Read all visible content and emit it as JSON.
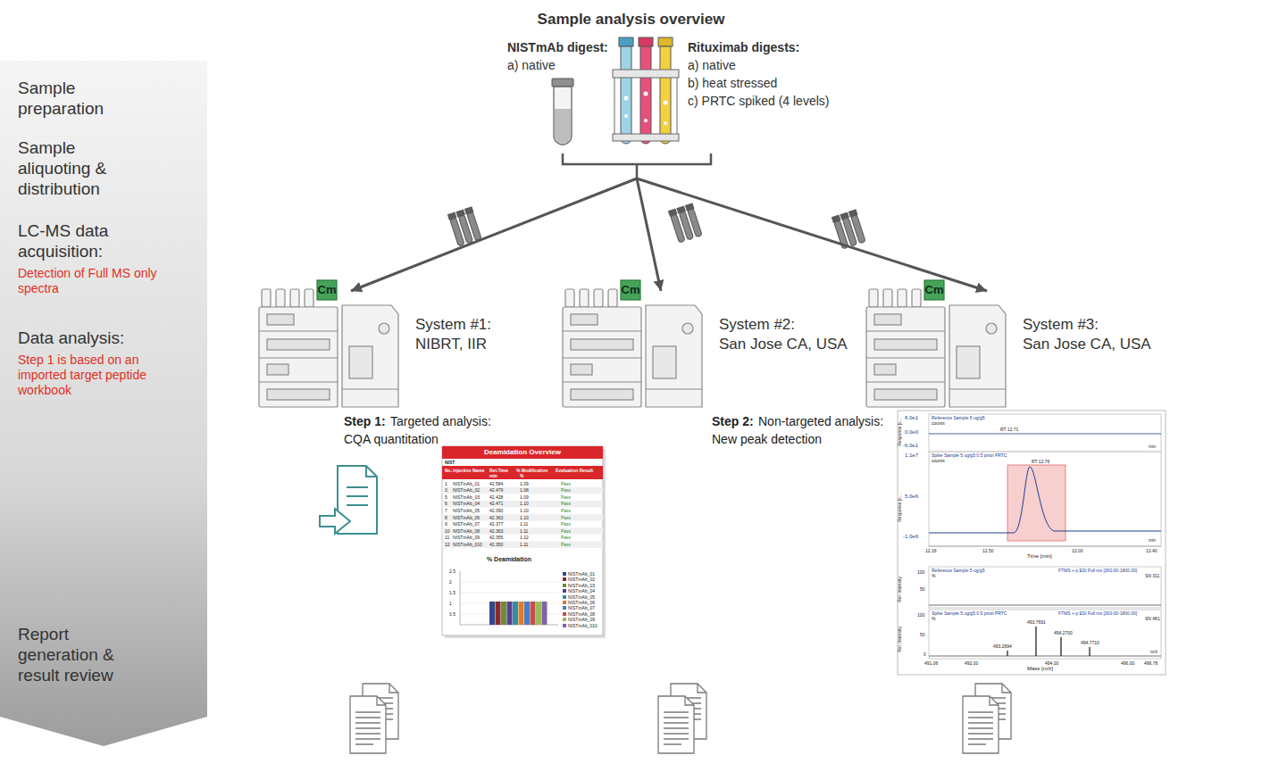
{
  "diagram": {
    "title": "Sample analysis overview",
    "nodes": [
      {
        "text": [
          "Sample preparation",
          "Sample aliquoting & distribution",
          "LC-MS data acquisition:",
          "Detection of Full MS only spectra",
          "Data analysis:",
          "Step 1 is based on an imported target peptide workbook",
          "Report generation & result review"
        ]
      },
      {
        "text": [
          "NISTmAb digest:",
          "a) native",
          "Rituximab digests:",
          "a) native",
          "b) heat stressed",
          "c) PRTC spiked (4 levels)"
        ]
      },
      {
        "text": [
          "System #1:",
          "NIBRT, IIR"
        ]
      },
      {
        "text": [
          "System #2:",
          "San Jose CA, USA"
        ]
      },
      {
        "text": [
          "System #3:",
          "San Jose CA, USA"
        ]
      }
    ],
    "edges": [
      {
        "from": 1,
        "to": 2,
        "arrow": "to"
      },
      {
        "from": 1,
        "to": 3,
        "arrow": "to"
      },
      {
        "from": 1,
        "to": 4,
        "arrow": "to"
      }
    ],
    "labels": [
      "Cm",
      "Cm",
      "Cm",
      "Step 1:",
      "Targeted analysis:",
      "CQA quantitation",
      "Step 2:",
      "Non-targeted analysis:",
      "New peak detection",
      "Deamidation Overview",
      "NIST",
      "No.",
      "Injection Name",
      "Ret.Time",
      "min",
      "% Modification",
      "%",
      "Evaluation Result",
      "1",
      "NISTmAb_01",
      "42.584",
      "1.09",
      "Pass",
      "3",
      "NISTmAb_02",
      "42.479",
      "1.08",
      "Pass",
      "5",
      "NISTmAb_03",
      "42.428",
      "1.09",
      "Pass",
      "6",
      "NISTmAb_04",
      "42.471",
      "1.10",
      "Pass",
      "7",
      "NISTmAb_05",
      "42.390",
      "1.10",
      "Pass",
      "8",
      "NISTmAb_06",
      "42.363",
      "1.10",
      "Pass",
      "9",
      "NISTmAb_07",
      "42.377",
      "1.11",
      "Pass",
      "10",
      "NISTmAb_08",
      "42.363",
      "1.11",
      "Pass",
      "11",
      "NISTmAb_09",
      "42.355",
      "1.12",
      "Pass",
      "12",
      "NISTmAb_010",
      "42.350",
      "1.11",
      "Pass",
      "% Deamidation",
      "2.5",
      "2",
      "1.5",
      "1",
      "0.5",
      "Reference Sample 5 ug/g5",
      "counts",
      "6.0e1",
      "0.0e0",
      "-6.0e1",
      "RT 12.71",
      "min",
      "Spike Sample 5 ug/g5 0.5 pmol PRTC",
      "counts",
      "1.1e7",
      "5.0e6",
      "-1.0e6",
      "RT 12.76",
      "min",
      "12.16",
      "12.50",
      "13.00",
      "13.40",
      "Time [min]",
      "Response [c...",
      "Response [c...",
      "Reference Sample 5 ug/g5",
      "FTMS + p ESI Full ms [300.00-1800.00]",
      "SN 311",
      "100",
      "%",
      "50",
      "Spike Sample 5 ug/g5 0.5 pmol PRTC",
      "FTMS + p ESI Full ms [300.00-1800.00]",
      "SN 481",
      "100",
      "%",
      "50",
      "0",
      "493.7691",
      "494.2700",
      "493.2694",
      "494.7710",
      "m/z",
      "491.06",
      "492.00",
      "494.00",
      "496.00",
      "496.78",
      "Mass [m/z]",
      "Rel. Intensity",
      "Rel. Intensity"
    ],
    "legend": [
      {
        "text": "NISTmAb_01",
        "color": "#2e4a8a"
      },
      {
        "text": "NISTmAb_02",
        "color": "#8b2a2a"
      },
      {
        "text": "NISTmAb_03",
        "color": "#6a8e3a"
      },
      {
        "text": "NISTmAb_04",
        "color": "#5b3f8c"
      },
      {
        "text": "NISTmAb_05",
        "color": "#2f8fa6"
      },
      {
        "text": "NISTmAb_06",
        "color": "#e07b28"
      },
      {
        "text": "NISTmAb_07",
        "color": "#4a7bc8"
      },
      {
        "text": "NISTmAb_08",
        "color": "#c0504d"
      },
      {
        "text": "NISTmAb_09",
        "color": "#9bbb59"
      },
      {
        "text": "NISTmAb_010",
        "color": "#8064a2"
      }
    ]
  }
}
